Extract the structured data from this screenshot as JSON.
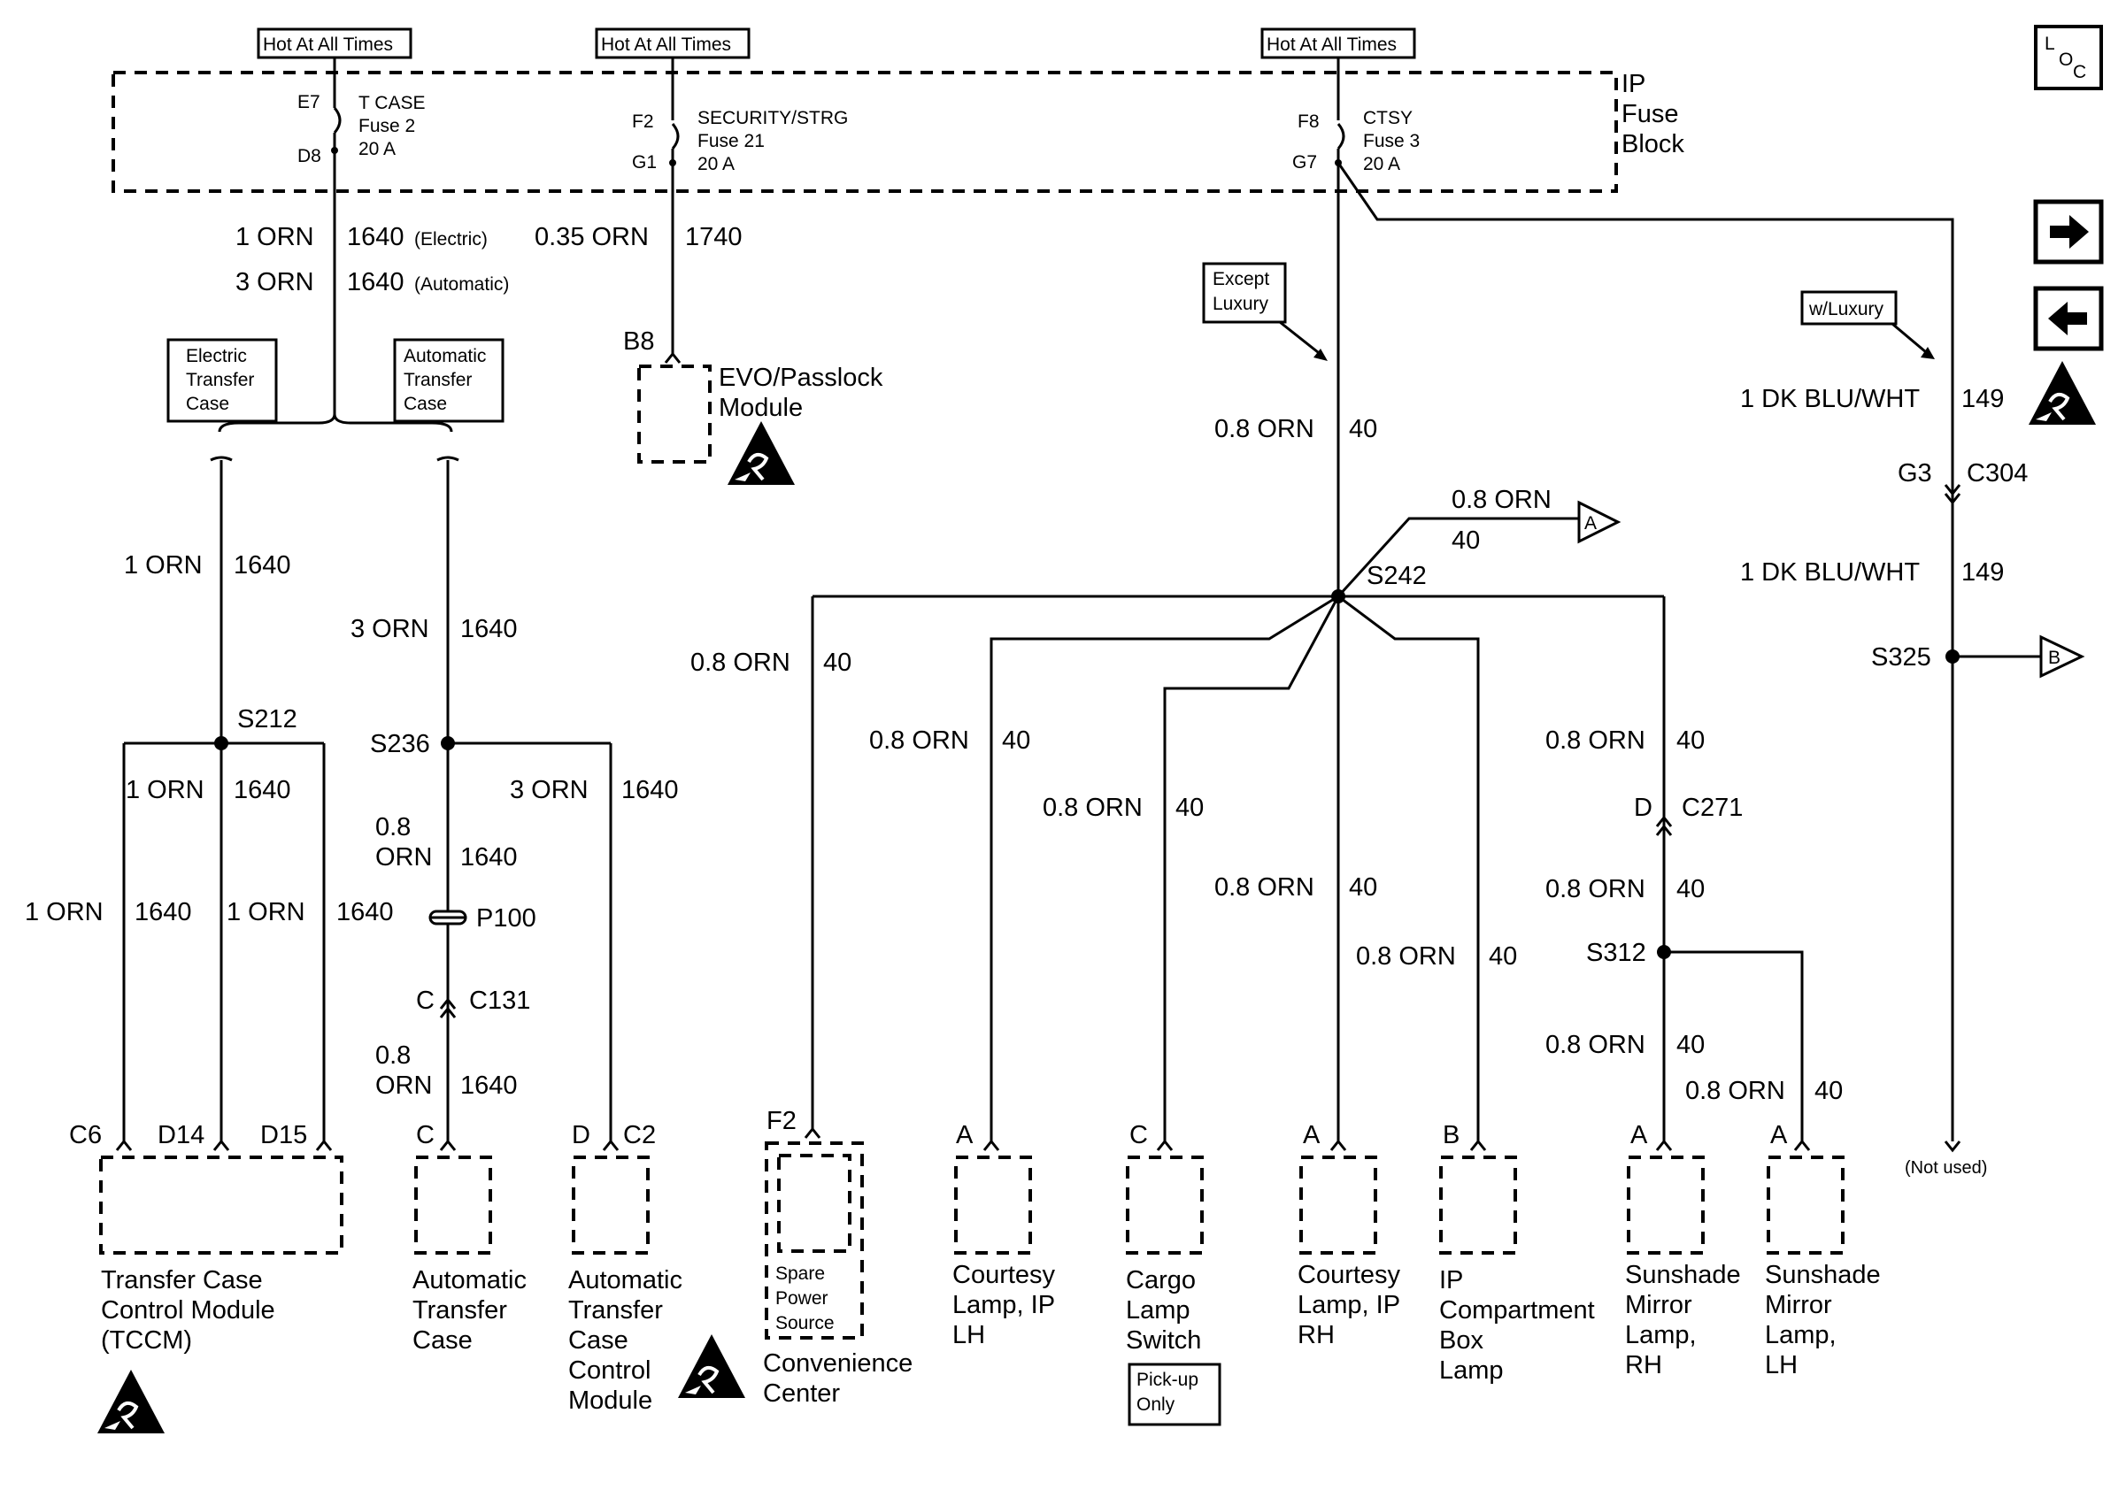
{
  "hot_labels": [
    "Hot At All Times",
    "Hot At All Times",
    "Hot At All Times"
  ],
  "fuse_block": {
    "line1": "IP",
    "line2": "Fuse",
    "line3": "Block"
  },
  "fuses": [
    {
      "pin_in": "E7",
      "pin_out": "D8",
      "name": "T CASE",
      "fuse": "Fuse 2",
      "rating": "20 A"
    },
    {
      "pin_in": "F2",
      "pin_out": "G1",
      "name": "SECURITY/STRG",
      "fuse": "Fuse 21",
      "rating": "20 A"
    },
    {
      "pin_in": "F8",
      "pin_out": "G7",
      "name": "CTSY",
      "fuse": "Fuse 3",
      "rating": "20 A"
    }
  ],
  "wire_labels": {
    "w1_electric": "1 ORN",
    "c1_electric": "1640",
    "opt_electric": "(Electric)",
    "w1_automatic": "3 ORN",
    "c1_automatic": "1640",
    "opt_automatic": "(Automatic)",
    "w_evo": "0.35 ORN",
    "c_evo": "1740",
    "w_ctsy": "0.8 ORN",
    "c_ctsy": "40",
    "w_a_off": "0.8 ORN",
    "c_a_off": "40",
    "w_lux1": "1 DK BLU/WHT",
    "c_lux1": "149",
    "w_lux2": "1 DK BLU/WHT",
    "c_lux2": "149",
    "w_tccm_feed": "1 ORN",
    "c_tccm_feed": "1640",
    "w_atc_feed": "3 ORN",
    "c_atc_feed": "1640",
    "w_tccm_d14": "1 ORN",
    "c_tccm_d14": "1640",
    "w_tccm_c6": "1 ORN",
    "c_tccm_c6": "1640",
    "w_tccm_d15": "1 ORN",
    "c_tccm_d15": "1640",
    "w_atc_a": "0.8",
    "w_atc_b": "ORN",
    "c_atc": "1640",
    "w_atc2_a": "0.8",
    "w_atc2_b": "ORN",
    "c_atc2": "1640",
    "w_atccm": "3 ORN",
    "c_atccm": "1640",
    "w_conv": "0.8 ORN",
    "c_conv": "40",
    "w_ctsy_lh": "0.8 ORN",
    "c_ctsy_lh": "40",
    "w_cargo": "0.8 ORN",
    "c_cargo": "40",
    "w_ctsy_rh": "0.8 ORN",
    "c_ctsy_rh": "40",
    "w_ipbox": "0.8 ORN",
    "c_ipbox": "40",
    "w_sun1": "0.8 ORN",
    "c_sun1": "40",
    "w_sun2": "0.8 ORN",
    "c_sun2": "40",
    "w_sun_rh": "0.8 ORN",
    "c_sun_rh": "40",
    "w_sun_lh": "0.8 ORN",
    "c_sun_lh": "40"
  },
  "option_boxes": {
    "electric": [
      "Electric",
      "Transfer",
      "Case"
    ],
    "automatic": [
      "Automatic",
      "Transfer",
      "Case"
    ],
    "except_luxury": [
      "Except",
      "Luxury"
    ],
    "w_luxury": "w/Luxury",
    "pickup": [
      "Pick-up",
      "Only"
    ]
  },
  "splices": {
    "s212": "S212",
    "s236": "S236",
    "s242": "S242",
    "s312": "S312",
    "s325": "S325"
  },
  "connectors": {
    "p100": "P100",
    "c131_pin": "C",
    "c131": "C131",
    "c271_pin": "D",
    "c271": "C271",
    "c304_pin": "G3",
    "c304": "C304",
    "b8": "B8"
  },
  "offpage": {
    "a": "A",
    "b": "B"
  },
  "components": {
    "evo": [
      "EVO/Passlock",
      "Module"
    ],
    "tccm": {
      "pins": [
        "C6",
        "D14",
        "D15"
      ],
      "label": [
        "Transfer Case",
        "Control Module",
        "(TCCM)"
      ]
    },
    "atc": {
      "pin": "C",
      "label": [
        "Automatic",
        "Transfer",
        "Case"
      ]
    },
    "atccm": {
      "pins": [
        "D",
        "C2"
      ],
      "label": [
        "Automatic",
        "Transfer",
        "Case",
        "Control",
        "Module"
      ]
    },
    "conv": {
      "pin": "F2",
      "inner": [
        "Spare",
        "Power",
        "Source"
      ],
      "label": [
        "Convenience",
        "Center"
      ]
    },
    "ctsy_lh": {
      "pin": "A",
      "label": [
        "Courtesy",
        "Lamp, IP",
        "LH"
      ]
    },
    "cargo": {
      "pin": "C",
      "label": [
        "Cargo",
        "Lamp",
        "Switch"
      ]
    },
    "ctsy_rh": {
      "pin": "A",
      "label": [
        "Courtesy",
        "Lamp, IP",
        "RH"
      ]
    },
    "ipbox": {
      "pin": "B",
      "label": [
        "IP",
        "Compartment",
        "Box",
        "Lamp"
      ]
    },
    "sun_rh": {
      "pin": "A",
      "label": [
        "Sunshade",
        "Mirror",
        "Lamp,",
        "RH"
      ]
    },
    "sun_lh": {
      "pin": "A",
      "label": [
        "Sunshade",
        "Mirror",
        "Lamp,",
        "LH"
      ]
    },
    "not_used": "(Not used)"
  },
  "loc_icon": {
    "l": "L",
    "o": "O",
    "c": "C"
  },
  "icons": [
    "esd-icon",
    "arrow-right-icon",
    "arrow-left-icon"
  ]
}
